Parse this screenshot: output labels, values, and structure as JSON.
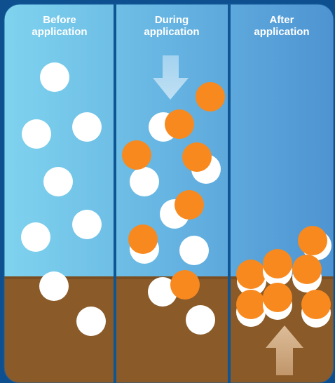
{
  "panels": [
    {
      "label": "Before\napplication"
    },
    {
      "label": "During\napplication"
    },
    {
      "label": "After\napplication"
    }
  ],
  "colors": {
    "background": "#0d4f8f",
    "sky_light": "#7fd3ee",
    "sky_dark": "#4e94d2",
    "soil": "#8a5a28",
    "divider": "#0e5593",
    "particle_white": "#ffffff",
    "particle_orange": "#f7891f",
    "arrow_down": "#b9dcf2",
    "arrow_up": "#d7b591"
  },
  "icons": [
    "down-arrow-icon",
    "up-arrow-icon"
  ]
}
